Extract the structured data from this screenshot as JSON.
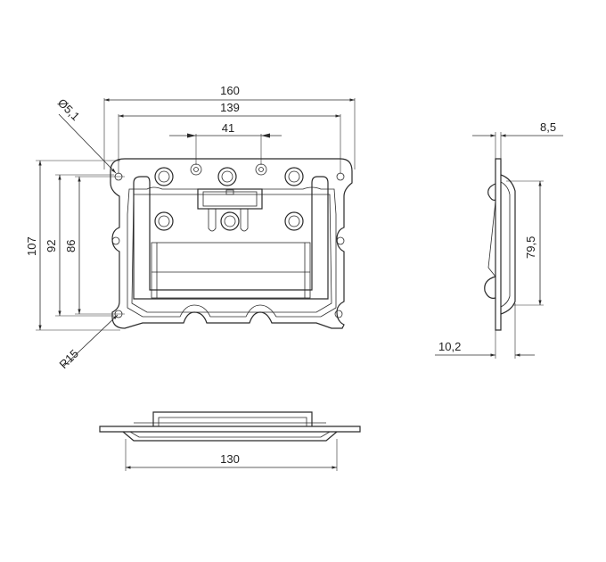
{
  "dimensions": {
    "overall_width": "160",
    "hole_spacing": "139",
    "slot_spacing": "41",
    "hole_diameter": "Ø5,1",
    "overall_height": "107",
    "hole_height": "92",
    "recess_height": "86",
    "corner_radius": "R15",
    "bottom_width": "130",
    "flange_thickness": "8,5",
    "handle_height": "79,5",
    "depth": "10,2"
  },
  "colors": {
    "line": "#2b2b2b",
    "background": "#ffffff"
  }
}
